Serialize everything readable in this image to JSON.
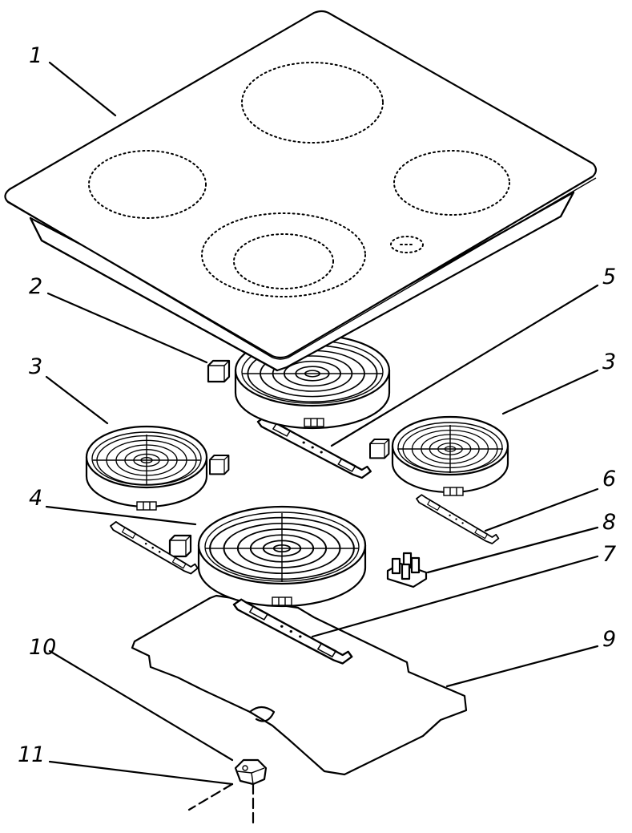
{
  "labels": [
    {
      "id": "1",
      "text": "1"
    },
    {
      "id": "2",
      "text": "2"
    },
    {
      "id": "3a",
      "text": "3"
    },
    {
      "id": "3b",
      "text": "3"
    },
    {
      "id": "4",
      "text": "4"
    },
    {
      "id": "5",
      "text": "5"
    },
    {
      "id": "6",
      "text": "6"
    },
    {
      "id": "7",
      "text": "7"
    },
    {
      "id": "8",
      "text": "8"
    },
    {
      "id": "9",
      "text": "9"
    },
    {
      "id": "10",
      "text": "10"
    },
    {
      "id": "11",
      "text": "11"
    }
  ]
}
